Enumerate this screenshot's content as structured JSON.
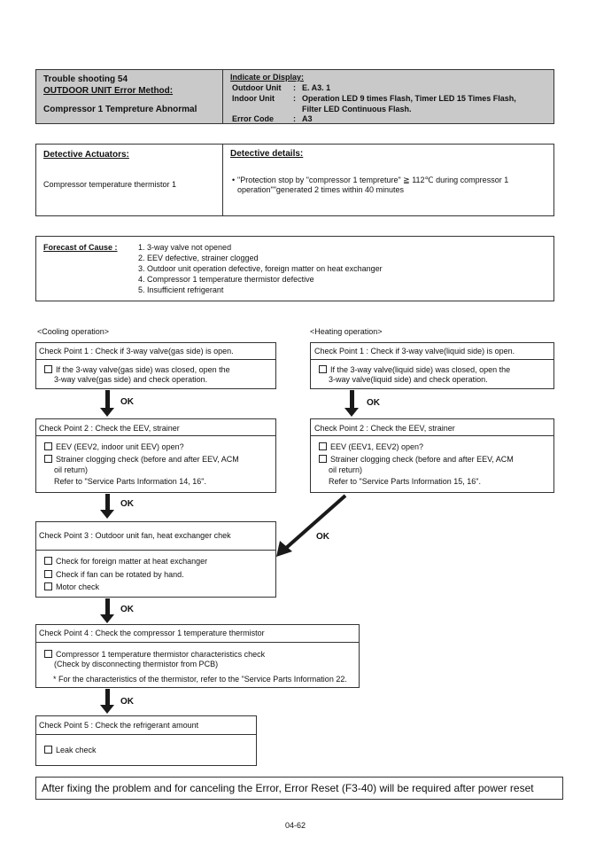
{
  "header": {
    "title_line1": "Trouble shooting  54",
    "title_line2": "OUTDOOR UNIT Error Method:",
    "title_line3": "Compressor 1 Tempreture Abnormal",
    "indicate_label": "Indicate or Display:",
    "outdoor_label": "Outdoor Unit",
    "outdoor_value": "E. A3. 1",
    "indoor_label": "Indoor Unit",
    "indoor_value_1": "Operation LED 9 times Flash, Timer LED 15 Times Flash,",
    "indoor_value_2": "Filter LED Continuous Flash.",
    "error_code_label": "Error Code",
    "error_code_value": "A3",
    "colon": ":"
  },
  "detective": {
    "actuators_label": "Detective Actuators:",
    "actuators_value": "Compressor temperature thermistor 1",
    "details_label": "Detective details:",
    "details_value_1": "\"Protection stop by \"compressor 1 tempreture\" ≧ 112℃ during compressor 1",
    "details_value_2": "operation\"\"generated 2 times within 40 minutes"
  },
  "forecast": {
    "label": "Forecast of Cause :",
    "items": [
      "1. 3-way valve not opened",
      "2. EEV defective, strainer clogged",
      "3. Outdoor unit operation defective, foreign matter on heat exchanger",
      "4. Compressor 1 temperature thermistor defective",
      "5. Insufficient refrigerant"
    ]
  },
  "cooling": {
    "label": "<Cooling operation>",
    "cp1_title": "Check Point 1 : Check if 3-way valve(gas side) is open.",
    "cp1_line1": "If the 3-way valve(gas side) was closed, open the",
    "cp1_line2": "3-way valve(gas side) and check operation.",
    "cp2_title": "Check Point 2 : Check the EEV, strainer",
    "cp2_item1": "EEV (EEV2, indoor unit EEV) open?",
    "cp2_item2": "Strainer clogging check (before and after EEV, ACM",
    "cp2_item2b": "oil return)",
    "cp2_ref": "Refer to \"Service Parts Information 14, 16\"."
  },
  "heating": {
    "label": "<Heating operation>",
    "cp1_title": "Check Point 1 : Check if 3-way valve(liquid side) is open.",
    "cp1_line1": "If the 3-way valve(liquid side) was closed, open the",
    "cp1_line2": "3-way valve(liquid side) and check operation.",
    "cp2_title": "Check Point 2 : Check the EEV, strainer",
    "cp2_item1": "EEV (EEV1, EEV2) open?",
    "cp2_item2": "Strainer clogging check (before and after EEV, ACM",
    "cp2_item2b": "oil return)",
    "cp2_ref": "Refer to \"Service Parts Information 15, 16\"."
  },
  "cp3": {
    "title": "Check Point 3 : Outdoor unit fan, heat exchanger chek",
    "items": [
      "Check for foreign matter at heat exchanger",
      "Check if fan can be rotated by hand.",
      "Motor check"
    ]
  },
  "cp4": {
    "title": "Check Point 4 : Check the compressor 1 temperature thermistor",
    "item1": "Compressor 1 temperature thermistor characteristics check",
    "item1b": "(Check by disconnecting thermistor from PCB)",
    "note": "* For the characteristics of the thermistor, refer to the \"Service Parts Information 22."
  },
  "cp5": {
    "title": "Check Point 5 : Check the refrigerant amount",
    "item1": "Leak check"
  },
  "ok_label": "OK",
  "footer_note": "After fixing the problem and for canceling  the Error, Error Reset (F3-40) will be required after power reset",
  "page_number": "04-62"
}
